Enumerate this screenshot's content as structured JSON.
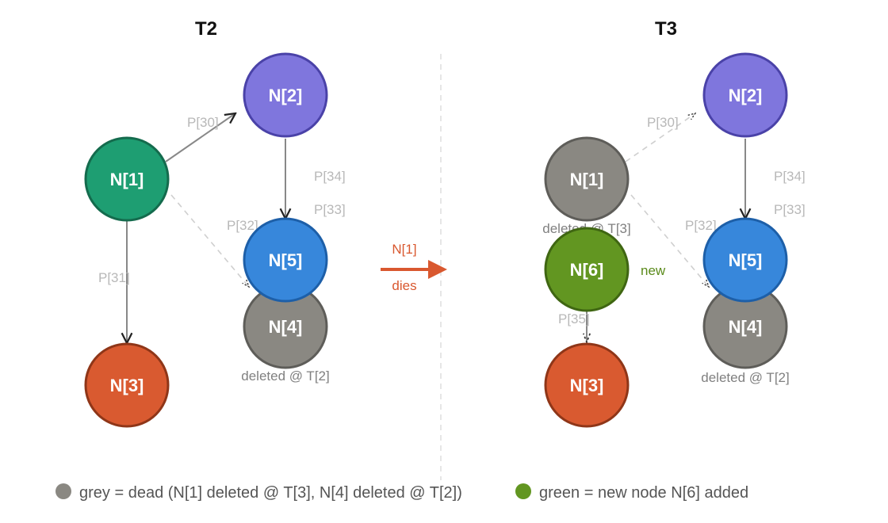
{
  "colors": {
    "alive_green": "#1e9e72",
    "alive_green_stroke": "#146b4d",
    "purple": "#7f76dd",
    "purple_stroke": "#4a42a8",
    "blue": "#3787db",
    "blue_stroke": "#1d5fa8",
    "orange": "#d95a30",
    "orange_stroke": "#8f3618",
    "dead_grey": "#8a8882",
    "dead_grey_stroke": "#5e5d59",
    "new_green": "#629621",
    "new_green_stroke": "#3f6612",
    "edge_solid": "#888888",
    "edge_dashed": "#cfcfcf",
    "transition": "#d9582f",
    "divider": "#e6e6e6"
  },
  "transition": {
    "top_label": "N[1]",
    "bottom_label": "dies"
  },
  "panels": [
    {
      "title": "T2",
      "nodes": [
        {
          "id": "n1",
          "label": "N[1]",
          "state": "alive",
          "fill": "#1e9e72",
          "stroke": "#146b4d"
        },
        {
          "id": "n2",
          "label": "N[2]",
          "state": "alive",
          "fill": "#7f76dd",
          "stroke": "#4a42a8"
        },
        {
          "id": "n3",
          "label": "N[3]",
          "state": "alive",
          "fill": "#d95a30",
          "stroke": "#8f3618"
        },
        {
          "id": "n4",
          "label": "N[4]",
          "state": "dead",
          "fill": "#8a8882",
          "stroke": "#5e5d59",
          "note": "deleted @ T[2]"
        },
        {
          "id": "n5",
          "label": "N[5]",
          "state": "alive",
          "fill": "#3787db",
          "stroke": "#1d5fa8"
        }
      ],
      "edges": [
        {
          "from": "n1",
          "to": "n2",
          "label": "P[30]",
          "style": "solid"
        },
        {
          "from": "n1",
          "to": "n3",
          "label": "P[31]",
          "style": "solid"
        },
        {
          "from": "n1",
          "to": "n5",
          "label": "P[32]",
          "style": "dashed"
        },
        {
          "from": "n2",
          "to": "n5",
          "label": "P[34]",
          "style": "solid"
        },
        {
          "from": "n4",
          "to": "n5",
          "label": "P[33]",
          "style": "hidden"
        }
      ]
    },
    {
      "title": "T3",
      "nodes": [
        {
          "id": "n1",
          "label": "N[1]",
          "state": "dead",
          "fill": "#8a8882",
          "stroke": "#5e5d59",
          "note": "deleted @ T[3]"
        },
        {
          "id": "n2",
          "label": "N[2]",
          "state": "alive",
          "fill": "#7f76dd",
          "stroke": "#4a42a8"
        },
        {
          "id": "n3",
          "label": "N[3]",
          "state": "alive",
          "fill": "#d95a30",
          "stroke": "#8f3618"
        },
        {
          "id": "n4",
          "label": "N[4]",
          "state": "dead",
          "fill": "#8a8882",
          "stroke": "#5e5d59",
          "note": "deleted @ T[2]"
        },
        {
          "id": "n5",
          "label": "N[5]",
          "state": "alive",
          "fill": "#3787db",
          "stroke": "#1d5fa8"
        },
        {
          "id": "n6",
          "label": "N[6]",
          "state": "new",
          "fill": "#629621",
          "stroke": "#3f6612",
          "note": "new"
        }
      ],
      "edges": [
        {
          "from": "n1",
          "to": "n2",
          "label": "P[30]",
          "style": "dashed"
        },
        {
          "from": "n1",
          "to": "n5",
          "label": "P[32]",
          "style": "dashed"
        },
        {
          "from": "n2",
          "to": "n5",
          "label": "P[34]",
          "style": "solid"
        },
        {
          "from": "n4",
          "to": "n5",
          "label": "P[33]",
          "style": "hidden"
        },
        {
          "from": "n6",
          "to": "n3",
          "label": "P[35]",
          "style": "solid"
        }
      ]
    }
  ],
  "legend": [
    {
      "color": "#8a8882",
      "text": "grey = dead (N[1] deleted @ T[3], N[4] deleted @ T[2])"
    },
    {
      "color": "#629621",
      "text": "green = new node N[6] added"
    }
  ]
}
